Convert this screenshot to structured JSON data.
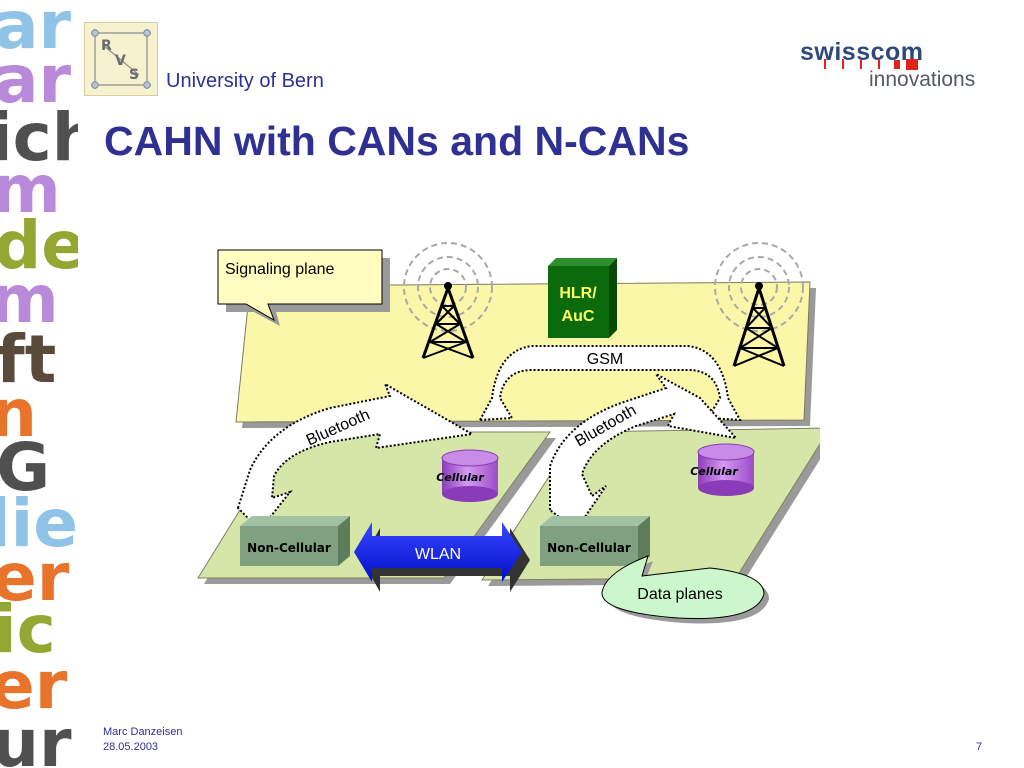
{
  "header": {
    "university": "University of Bern",
    "logo_letters": [
      "R",
      "V",
      "S"
    ],
    "brand_name": "swisscom",
    "brand_sub": "innovations"
  },
  "title": "CAHN with CANs and N-CANs",
  "sidebar": {
    "fragments": [
      "ar",
      "ar",
      "ich",
      "m",
      "de",
      "m",
      "ft",
      "n",
      "G",
      "lie",
      "er",
      "ic",
      "er",
      "ur"
    ]
  },
  "diagram": {
    "signaling_plane_label": "Signaling plane",
    "hlr_label_line1": "HLR/",
    "hlr_label_line2": "AuC",
    "gsm_label": "GSM",
    "bluetooth_left": "Bluetooth",
    "bluetooth_right": "Bluetooth",
    "cellular_left": "Cellular",
    "cellular_right": "Cellular",
    "non_cellular_left": "Non-Cellular",
    "non_cellular_right": "Non-Cellular",
    "wlan_label": "WLAN",
    "data_planes_label": "Data planes",
    "colors": {
      "signaling_plane": "#fbf7a8",
      "data_plane": "#d6e6a8",
      "hlr": "#0b6a0b",
      "cellular": "#b66ee0",
      "non_cellular": "#7fa17f",
      "wlan": "#0a16e8",
      "callout": "#fffcc0",
      "data_callout": "#ccf7cc"
    }
  },
  "footer": {
    "author": "Marc Danzeisen",
    "date": "28.05.2003",
    "page": "7"
  }
}
